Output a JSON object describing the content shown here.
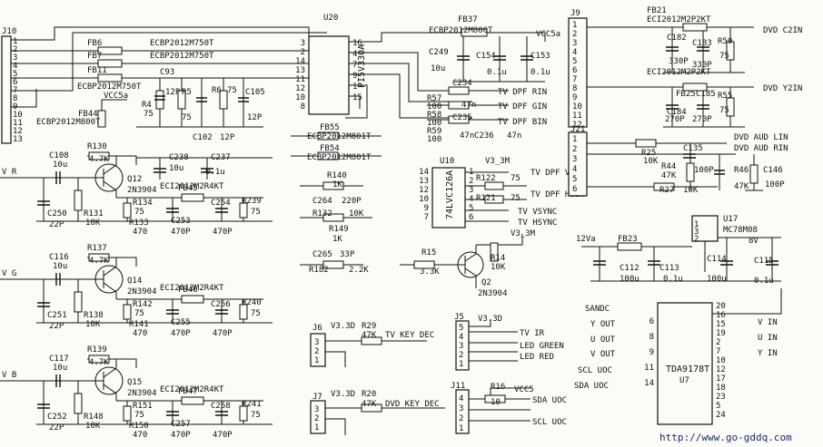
{
  "ics": {
    "u20": {
      "ref": "U20",
      "part": "PI5V330A"
    },
    "u10": {
      "ref": "U10",
      "part": "74LVC126A"
    },
    "u7": {
      "ref": "U7",
      "part": "TDA9178T"
    },
    "u17": {
      "ref": "U17",
      "part": "MC78M08"
    }
  },
  "connectors": {
    "j10": "J10",
    "j9": "J9",
    "j21": "J21",
    "j6": "J6",
    "j7": "J7",
    "j5": "J5",
    "j11": "J11"
  },
  "beads": {
    "fb6": {
      "ref": "FB6",
      "part": "ECBP2012M750T"
    },
    "fb7": {
      "ref": "FB7",
      "part": "ECBP2012M750T"
    },
    "fb11": {
      "ref": "FB11",
      "part": "ECBP2012M750T"
    },
    "fb44": {
      "ref": "FB44",
      "part": "ECBP2012M800T"
    },
    "fb37": {
      "ref": "FB37",
      "part": "ECBP2012M800T"
    },
    "fb55": {
      "ref": "FB55",
      "part": "ECBP2012M801T"
    },
    "fb54": {
      "ref": "FB54",
      "part": "ECBP2012M801T"
    },
    "fb21": {
      "ref": "FB21",
      "part": "ECI2012M2P2KT"
    },
    "fb25": {
      "ref": "FB25",
      "part": "ECI2012M2P2KT"
    },
    "fb45": {
      "ref": "FB45",
      "part": "ECI2012M2R4KT"
    },
    "fb46": {
      "ref": "FB46",
      "part": "ECI2012M2R4KT"
    },
    "fb47": {
      "ref": "FB47",
      "part": "ECI2012M2R4KT"
    },
    "fb23": {
      "ref": "FB23"
    }
  },
  "transistors": {
    "q12": {
      "ref": "Q12",
      "part": "2N3904"
    },
    "q14": {
      "ref": "Q14",
      "part": "2N3904"
    },
    "q15": {
      "ref": "Q15",
      "part": "2N3904"
    },
    "q2": {
      "ref": "Q2",
      "part": "2N3904"
    }
  },
  "parts": {
    "c93": {
      "ref": "C93",
      "val": "12P"
    },
    "r4": {
      "ref": "R4",
      "val": "75"
    },
    "r5": {
      "ref": "R5",
      "val": "75"
    },
    "r6": {
      "ref": "R6",
      "val": "75"
    },
    "c105": {
      "ref": "C105",
      "val": "12P"
    },
    "c102": {
      "ref": "C102",
      "val": "12P"
    },
    "c108": {
      "ref": "C108",
      "val": "10u"
    },
    "r130": {
      "ref": "R130",
      "val": "4.7K"
    },
    "c238": {
      "ref": "C238",
      "val": "10u"
    },
    "c237": {
      "ref": "C237",
      "val": "0.1u"
    },
    "c250": {
      "ref": "C250",
      "val": "22P"
    },
    "r131": {
      "ref": "R131",
      "val": "10K"
    },
    "r134": {
      "ref": "R134",
      "val": "75"
    },
    "r133": {
      "ref": "R133",
      "val": "470"
    },
    "c253": {
      "ref": "C253",
      "val": "470P"
    },
    "c254": {
      "ref": "C254",
      "val": "470P"
    },
    "r239": {
      "ref": "R239",
      "val": "75"
    },
    "c116": {
      "ref": "C116",
      "val": "10u"
    },
    "r137": {
      "ref": "R137",
      "val": "4.7K"
    },
    "r142": {
      "ref": "R142",
      "val": "75"
    },
    "c251": {
      "ref": "C251",
      "val": "22P"
    },
    "r138": {
      "ref": "R138",
      "val": "10K"
    },
    "r141": {
      "ref": "R141",
      "val": "470"
    },
    "c255": {
      "ref": "C255",
      "val": "470P"
    },
    "c256": {
      "ref": "C256",
      "val": "470P"
    },
    "r240": {
      "ref": "R240",
      "val": "75"
    },
    "c117": {
      "ref": "C117",
      "val": "10u"
    },
    "r139": {
      "ref": "R139",
      "val": "4.7K"
    },
    "r151": {
      "ref": "R151",
      "val": "75"
    },
    "c252": {
      "ref": "C252",
      "val": "22P"
    },
    "r148": {
      "ref": "R148",
      "val": "10K"
    },
    "r150": {
      "ref": "R150",
      "val": "470"
    },
    "c257": {
      "ref": "C257",
      "val": "470P"
    },
    "c258": {
      "ref": "C258",
      "val": "470P"
    },
    "r241": {
      "ref": "R241",
      "val": "75"
    },
    "r140": {
      "ref": "R140",
      "val": "1K"
    },
    "c264": {
      "ref": "C264",
      "val": "220P"
    },
    "r132": {
      "ref": "R132",
      "val": "10K"
    },
    "r149": {
      "ref": "R149",
      "val": "1K"
    },
    "c265": {
      "ref": "C265",
      "val": "33P"
    },
    "r182": {
      "ref": "R182",
      "val": "2.2K"
    },
    "c249": {
      "ref": "C249",
      "val": "10u"
    },
    "c154": {
      "ref": "C154",
      "val": "0.1u"
    },
    "c153": {
      "ref": "C153",
      "val": "0.1u"
    },
    "c234": {
      "ref": "C234",
      "val": "47n"
    },
    "r57": {
      "ref": "R57",
      "val": "100"
    },
    "r58": {
      "ref": "R58",
      "val": "100"
    },
    "c235": {
      "ref": "C235",
      "val": "47n"
    },
    "r59": {
      "ref": "R59",
      "val": "100"
    },
    "c236": {
      "ref": "C236",
      "val": "47n"
    },
    "r122": {
      "ref": "R122",
      "val": "75"
    },
    "r121": {
      "ref": "R121",
      "val": "75"
    },
    "r15": {
      "ref": "R15",
      "val": "3.3K"
    },
    "r14": {
      "ref": "R14",
      "val": "10K"
    },
    "c182": {
      "ref": "C182",
      "val": "330P"
    },
    "c183": {
      "ref": "C183",
      "val": "330P"
    },
    "r50": {
      "ref": "R50",
      "val": "75"
    },
    "c184": {
      "ref": "C184",
      "val": "270P"
    },
    "c185": {
      "ref": "C185",
      "val": "270P"
    },
    "r55": {
      "ref": "R55",
      "val": "75"
    },
    "r25": {
      "ref": "R25",
      "val": "10K"
    },
    "c135": {
      "ref": "C135",
      "val": "100P"
    },
    "r44": {
      "ref": "R44",
      "val": "47K"
    },
    "r46": {
      "ref": "R46",
      "val": "47K"
    },
    "c146": {
      "ref": "C146",
      "val": "100P"
    },
    "r27": {
      "ref": "R27",
      "val": "10K"
    },
    "c112": {
      "ref": "C112",
      "val": "100u"
    },
    "c113": {
      "ref": "C113",
      "val": "0.1u"
    },
    "c114": {
      "ref": "C114",
      "val": "100u"
    },
    "c115": {
      "ref": "C115",
      "val": "0.1u"
    },
    "r29": {
      "ref": "R29",
      "val": "47K"
    },
    "r20": {
      "ref": "R20",
      "val": "47K"
    },
    "r16": {
      "ref": "R16",
      "val": "10"
    }
  },
  "nets": {
    "vcc5a_a": "VCC5a",
    "vcc5a_b": "VCC5a",
    "v3_3m_a": "V3_3M",
    "v3_3m_b": "V3_3M",
    "v12a": "12Va",
    "v8": "8V",
    "v3_3d_a": "V3.3D",
    "v3_3d_b": "V3.3D",
    "v3_3d_c": "V3.3D",
    "vcc5": "VCC5"
  },
  "labels": {
    "in_r": "V R",
    "in_g": "V G",
    "in_b": "V B",
    "tv_dpf_rin": "TV DPF RIN",
    "tv_dpf_gin": "TV DPF GIN",
    "tv_dpf_bin": "TV DPF BIN",
    "tv_dpf_vsin": "TV DPF VSIN",
    "tv_dpf_hsin": "TV DPF HSIN",
    "tv_vsync": "TV VSYNC",
    "tv_hsync": "TV HSYNC",
    "dvd_c2in": "DVD C2IN",
    "dvd_y2in": "DVD Y2IN",
    "dvd_aud_lin": "DVD AUD LIN",
    "dvd_aud_rin": "DVD AUD RIN",
    "tv_key_dec": "TV KEY DEC",
    "dvd_key_dec": "DVD KEY DEC",
    "tv_ir": "TV IR",
    "led_green": "LED GREEN",
    "led_red": "LED RED",
    "sda_uoc_a": "SDA UOC",
    "scl_uoc_a": "SCL UOC",
    "sandc": "SANDC",
    "y_out": "Y OUT",
    "u_out": "U OUT",
    "v_out": "V OUT",
    "scl_uoc_b": "SCL UOC",
    "sda_uoc_b": "SDA UOC",
    "v_in": "V IN",
    "u_in": "U IN",
    "y_in": "Y IN",
    "watermark": "http://www.go-gddq.com"
  },
  "pins": {
    "u20_l": [
      "3",
      "2",
      "14",
      "13",
      "11",
      "12",
      "10",
      "8"
    ],
    "u20_r": [
      "16",
      "4",
      "7",
      "9",
      "1",
      "15"
    ],
    "u10_l": [
      "14",
      "13",
      "12",
      "10",
      "9",
      "7"
    ],
    "u10_r": [
      "1",
      "2",
      "3",
      "4",
      "5",
      "6"
    ],
    "u7_l": [
      "6",
      "8",
      "9",
      "11",
      "14"
    ],
    "u7_r": [
      "20",
      "16",
      "15",
      "19",
      "2",
      "7",
      "10",
      "12",
      "17",
      "18",
      "23",
      "5",
      "24"
    ],
    "j9": [
      "1",
      "2",
      "3",
      "4",
      "5",
      "6",
      "7",
      "8",
      "9",
      "10",
      "11",
      "12"
    ],
    "j21": [
      "1",
      "2",
      "3",
      "4",
      "5",
      "6"
    ],
    "j10": [
      "1",
      "2",
      "3",
      "4",
      "5",
      "6",
      "7",
      "8",
      "9",
      "10",
      "11",
      "12",
      "13"
    ],
    "j5": [
      "5",
      "4",
      "3",
      "2",
      "1"
    ],
    "j11": [
      "4",
      "3",
      "2",
      "1"
    ],
    "j6": [
      "3",
      "2",
      "1"
    ],
    "j7": [
      "3",
      "2",
      "1"
    ],
    "u17": [
      "1",
      "3",
      "2"
    ]
  }
}
